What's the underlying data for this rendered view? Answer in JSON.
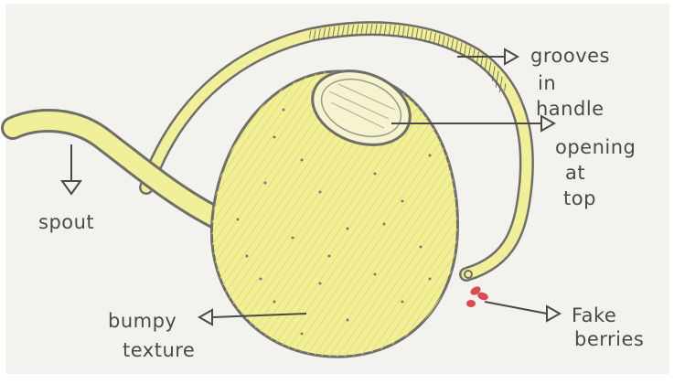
{
  "drawing": {
    "labels": {
      "spout": "spout",
      "grooves_line1": "grooves",
      "grooves_line2": "in",
      "grooves_line3": "handle",
      "opening_line1": "opening",
      "opening_line2": "at",
      "opening_line3": "top",
      "bumpy_line1": "bumpy",
      "bumpy_line2": "texture",
      "berries_line1": "Fake",
      "berries_line2": "berries"
    },
    "colors": {
      "paper": "#f3f2ee",
      "pot_fill": "#f2ef9a",
      "pot_shade": "#e6df6a",
      "pencil": "#6f6f6a",
      "berries": "#d84a55",
      "ink": "#4a4a4a"
    }
  }
}
